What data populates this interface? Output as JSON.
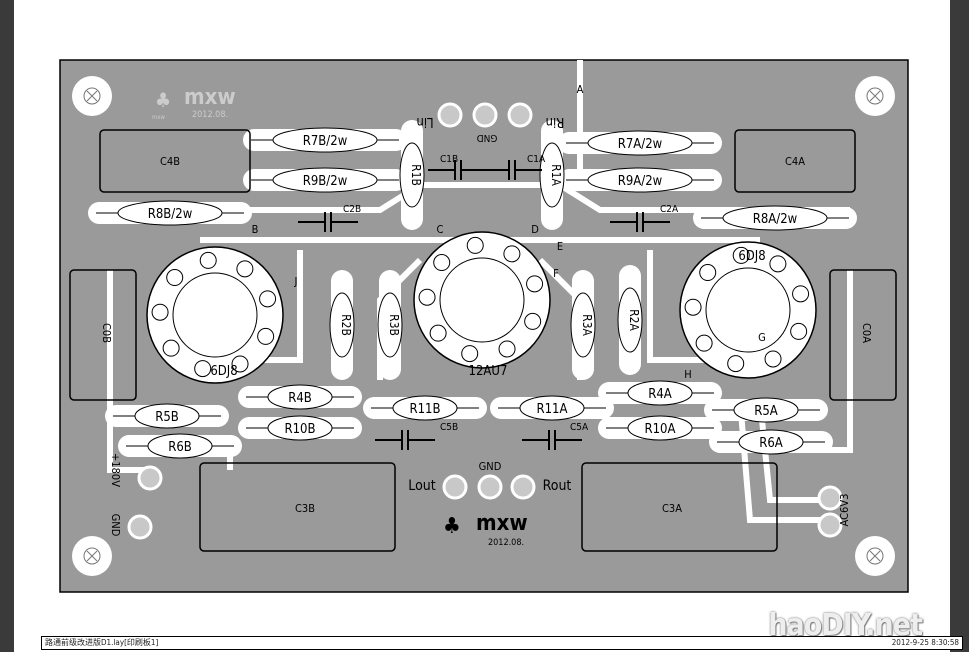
{
  "board": {
    "colors": {
      "board": "#9a9a9a",
      "copper": "#ffffff",
      "silk": "#000000",
      "pad": "#c8c8c8"
    },
    "labels": {
      "A": "A",
      "Lin": "Lin",
      "Rin": "Rin",
      "gnd_in": "GND",
      "C1B": "C1B",
      "C1A": "C1A",
      "R1B": "R1B",
      "R1A": "R1A",
      "R7B": "R7B/2w",
      "R9B": "R9B/2w",
      "R7A": "R7A/2w",
      "R9A": "R9A/2w",
      "C4B": "C4B",
      "C4A": "C4A",
      "R8B": "R8B/2w",
      "R8A": "R8A/2w",
      "C2B": "C2B",
      "C2A": "C2A",
      "B": "B",
      "C": "C",
      "D": "D",
      "E": "E",
      "F": "F",
      "J": "J",
      "tubeL": "6DJ8",
      "tubeR": "6DJ8",
      "tubeC": "12AU7",
      "R2B": "R2B",
      "R3B": "R3B",
      "R3A": "R3A",
      "R2A": "R2A",
      "C0B": "C0B",
      "C0A": "C0A",
      "G": "G",
      "H": "H",
      "R4B": "R4B",
      "R10B": "R10B",
      "R11B": "R11B",
      "R11A": "R11A",
      "R4A": "R4A",
      "R10A": "R10A",
      "C5B": "C5B",
      "C5A": "C5A",
      "R5B": "R5B",
      "R6B": "R6B",
      "R5A": "R5A",
      "R6A": "R6A",
      "v180": "+180V",
      "gnd_pwr": "GND",
      "C3B": "C3B",
      "C3A": "C3A",
      "Lout": "Lout",
      "gnd_out": "GND",
      "Rout": "Rout",
      "ac": "AC6V3",
      "logo_top": "mxw",
      "logo_top_date": "2012.08.",
      "logo_bottom": "mxw",
      "logo_bottom_date": "2012.08.",
      "logo_small": "mxw"
    }
  },
  "footer": {
    "filename": "路通前级改进版D1.lay",
    "layer": "[印刷板1]",
    "timestamp": "2012-9-25 8:30:58"
  },
  "watermark": "haoDIY.net"
}
